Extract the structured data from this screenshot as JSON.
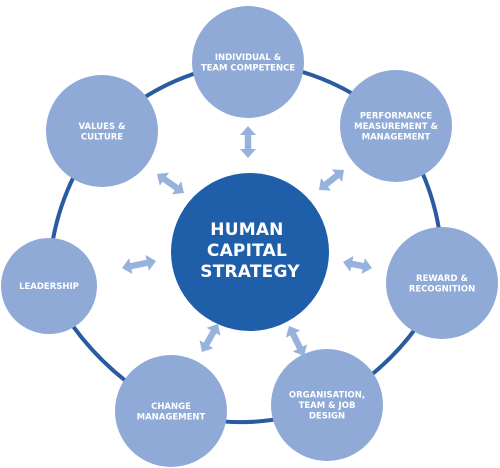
{
  "center": {
    "lines": [
      "HUMAN",
      "CAPITAL",
      "STRATEGY"
    ]
  },
  "nodes": [
    {
      "id": "individual-team-competence",
      "lines": [
        "INDIVIDUAL &",
        "TEAM COMPETENCE"
      ]
    },
    {
      "id": "performance-measurement-management",
      "lines": [
        "PERFORMANCE",
        "MEASUREMENT &",
        "MANAGEMENT"
      ]
    },
    {
      "id": "reward-recognition",
      "lines": [
        "REWARD &",
        "RECOGNITION"
      ]
    },
    {
      "id": "organisation-team-job-design",
      "lines": [
        "ORGANISATION,",
        "TEAM & JOB",
        "DESIGN"
      ]
    },
    {
      "id": "change-management",
      "lines": [
        "CHANGE",
        "MANAGEMENT"
      ]
    },
    {
      "id": "leadership",
      "lines": [
        "LEADERSHIP"
      ]
    },
    {
      "id": "values-culture",
      "lines": [
        "VALUES &",
        "CULTURE"
      ]
    }
  ],
  "colors": {
    "center_fill": "#1F5FAA",
    "node_fill": "#8FAAD6",
    "arrow_fill": "#97B3DC",
    "ring_stroke": "#2A5AA0"
  }
}
